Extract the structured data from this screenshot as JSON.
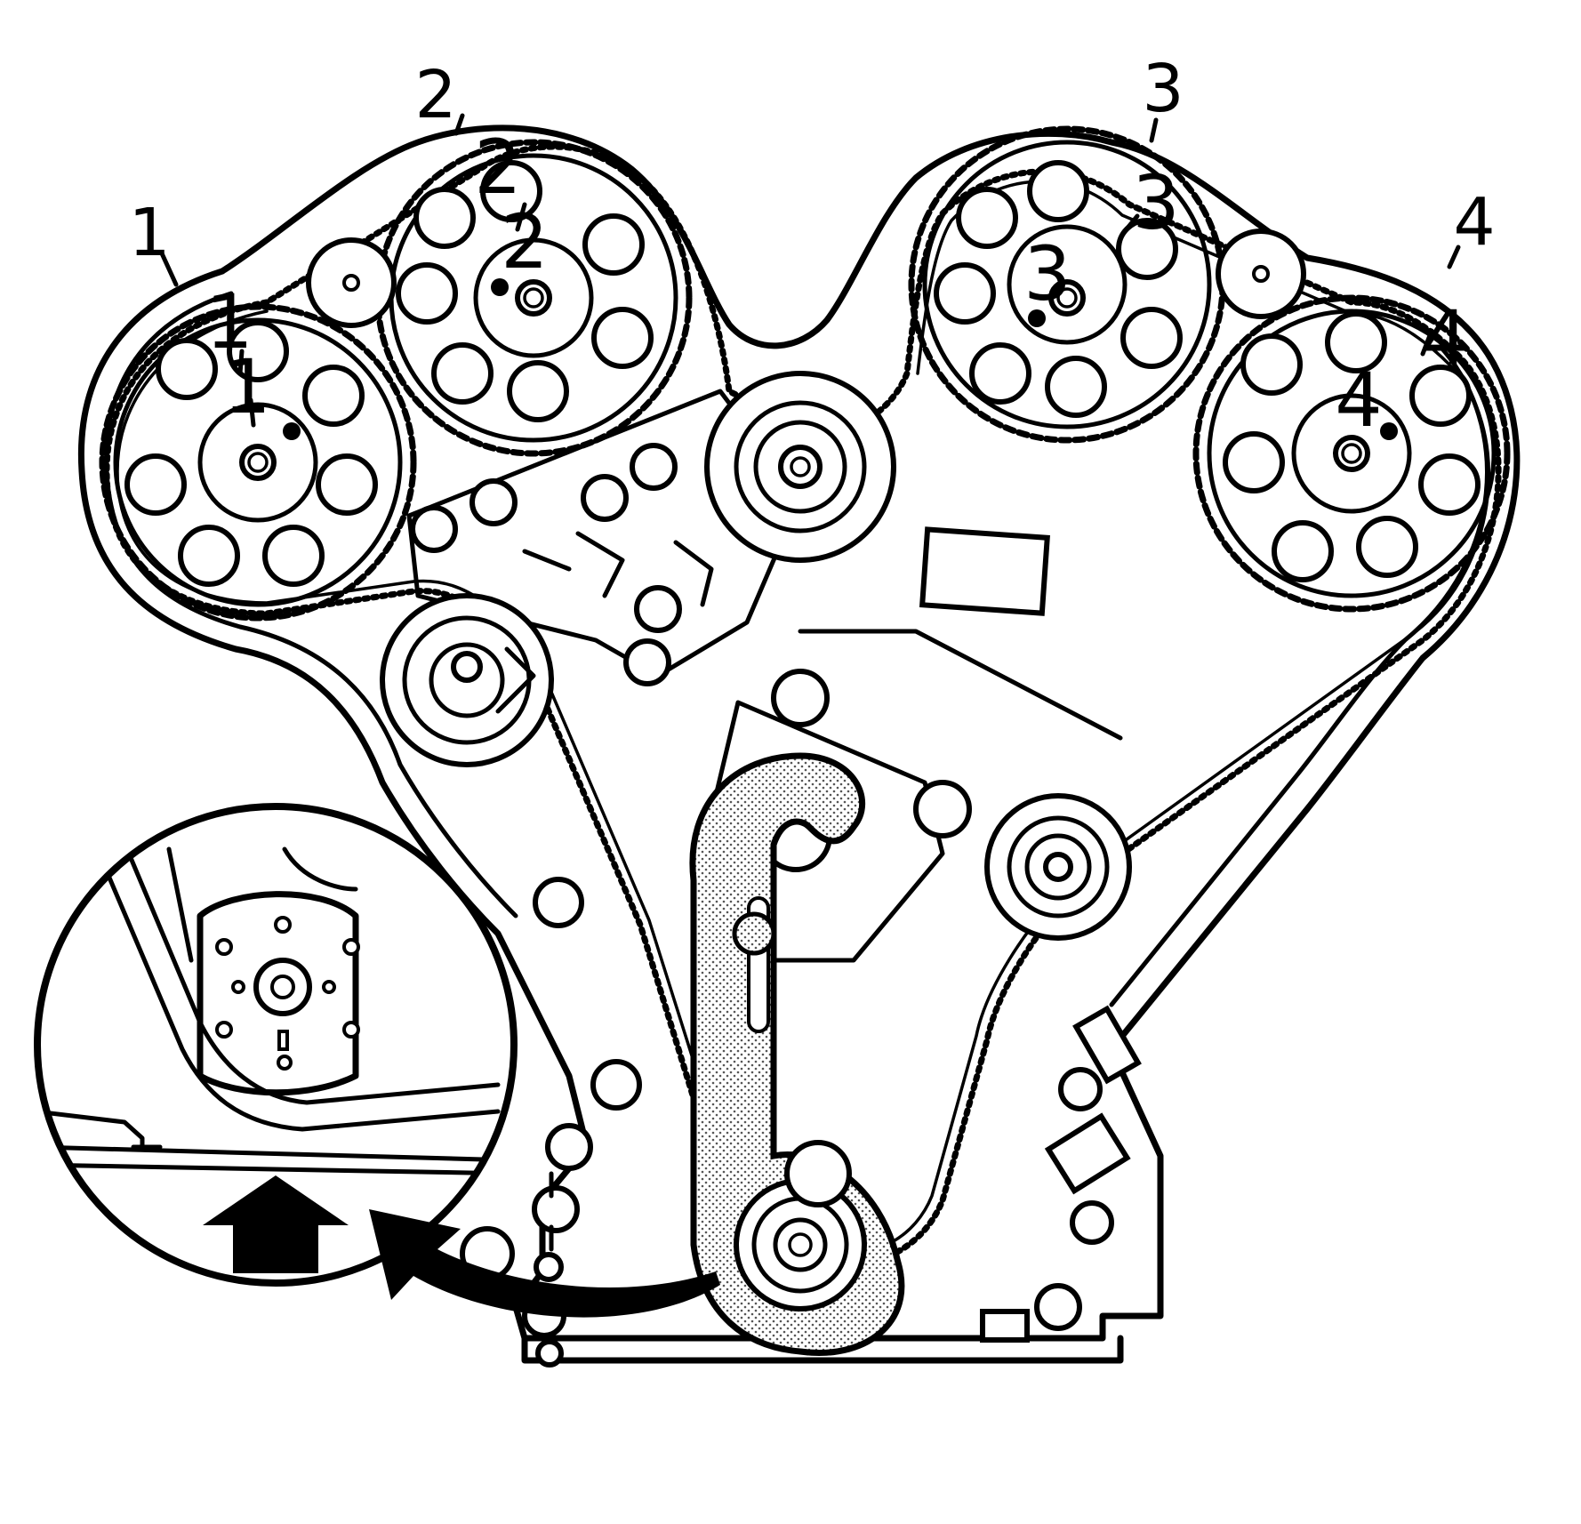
{
  "diagram": {
    "callouts": {
      "belt_1": "1",
      "belt_2": "2",
      "belt_3": "3",
      "belt_4": "4",
      "mark_top_1": "1",
      "mark_top_2": "2",
      "mark_top_3": "3",
      "mark_top_4": "4",
      "mark_inner_1": "1",
      "mark_inner_2": "2",
      "mark_inner_3": "3",
      "mark_inner_4": "4"
    },
    "colors": {
      "line": "#000000",
      "background": "#ffffff",
      "tensioner_fill": "#d0d0d0"
    },
    "icons": [
      "timing-belt",
      "camshaft-sprocket",
      "idler-pulley",
      "belt-tensioner",
      "crankshaft-sprocket",
      "up-arrow-icon",
      "rotation-arrow-icon"
    ]
  }
}
